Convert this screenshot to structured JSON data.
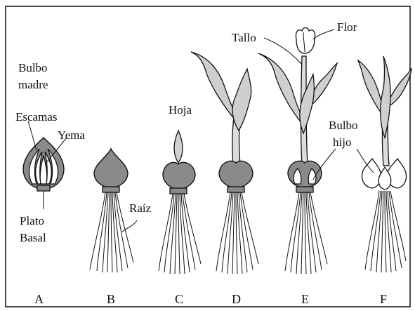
{
  "labels": {
    "bulbo_madre_1": "Bulbo",
    "bulbo_madre_2": "madre",
    "escamas": "Escamas",
    "yema": "Yema",
    "plato_1": "Plato",
    "plato_2": "Basal",
    "raiz": "Raíz",
    "hoja": "Hoja",
    "tallo": "Tallo",
    "flor": "Flor",
    "bulbo_hijo_1": "Bulbo",
    "bulbo_hijo_2": "hijo"
  },
  "stages": [
    "A",
    "B",
    "C",
    "D",
    "E",
    "F"
  ],
  "colors": {
    "bulb_fill": "#8a8a8a",
    "leaf_fill": "#cfcfcf",
    "outline": "#111111",
    "background": "#ffffff"
  }
}
